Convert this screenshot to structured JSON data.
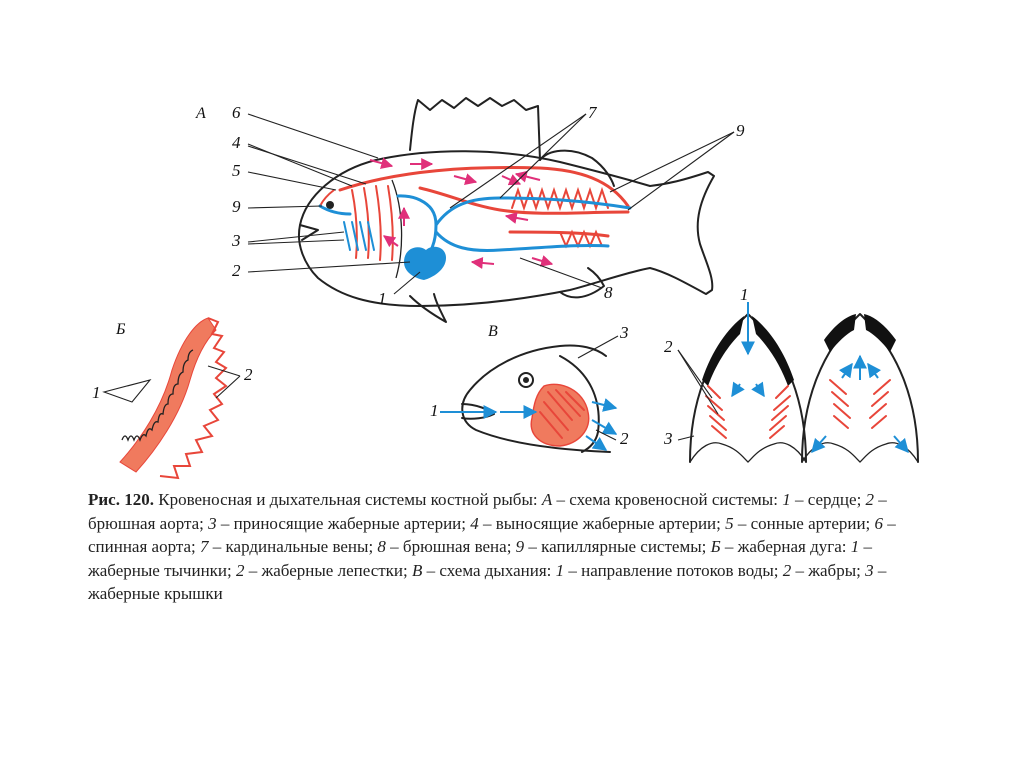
{
  "figure": {
    "panels": {
      "a": {
        "title": "А",
        "labels": [
          "1",
          "2",
          "3",
          "4",
          "5",
          "6",
          "7",
          "8",
          "9",
          "9"
        ]
      },
      "b": {
        "title": "Б",
        "labels": [
          "1",
          "2"
        ]
      },
      "v": {
        "title": "В",
        "labels": [
          "1",
          "2",
          "3"
        ]
      },
      "g": {
        "labels": [
          "1",
          "2",
          "3"
        ]
      }
    }
  },
  "caption": {
    "number": "Рис. 120.",
    "title": "Кровеносная и дыхательная системы костной рыбы:",
    "panel_a": "А",
    "panel_a_text": "– схема кровеносной системы:",
    "items_a": [
      {
        "n": "1",
        "text": "– сердце;"
      },
      {
        "n": "2",
        "text": "– брюшная аорта;"
      },
      {
        "n": "3",
        "text": "– приносящие жаберные артерии;"
      },
      {
        "n": "4",
        "text": "– выносящие жаберные артерии;"
      },
      {
        "n": "5",
        "text": "– сонные артерии;"
      },
      {
        "n": "6",
        "text": "– спинная аорта;"
      },
      {
        "n": "7",
        "text": "– кардинальные вены;"
      },
      {
        "n": "8",
        "text": "– брюшная вена;"
      },
      {
        "n": "9",
        "text": "– капиллярные системы;"
      }
    ],
    "panel_b": "Б",
    "panel_b_text": "– жаберная дуга:",
    "items_b": [
      {
        "n": "1",
        "text": "– жаберные тычинки;"
      },
      {
        "n": "2",
        "text": "– жаберные лепестки;"
      }
    ],
    "panel_v": "В",
    "panel_v_text": "– схема дыхания:",
    "items_v": [
      {
        "n": "1",
        "text": "– направление потоков воды;"
      },
      {
        "n": "2",
        "text": "– жабры;"
      },
      {
        "n": "3",
        "text": "– жаберные крышки"
      }
    ]
  },
  "colors": {
    "artery": "#e8463a",
    "vein": "#1e8fd6",
    "flow_arrow": "#e0307a",
    "dark": "#111111"
  }
}
